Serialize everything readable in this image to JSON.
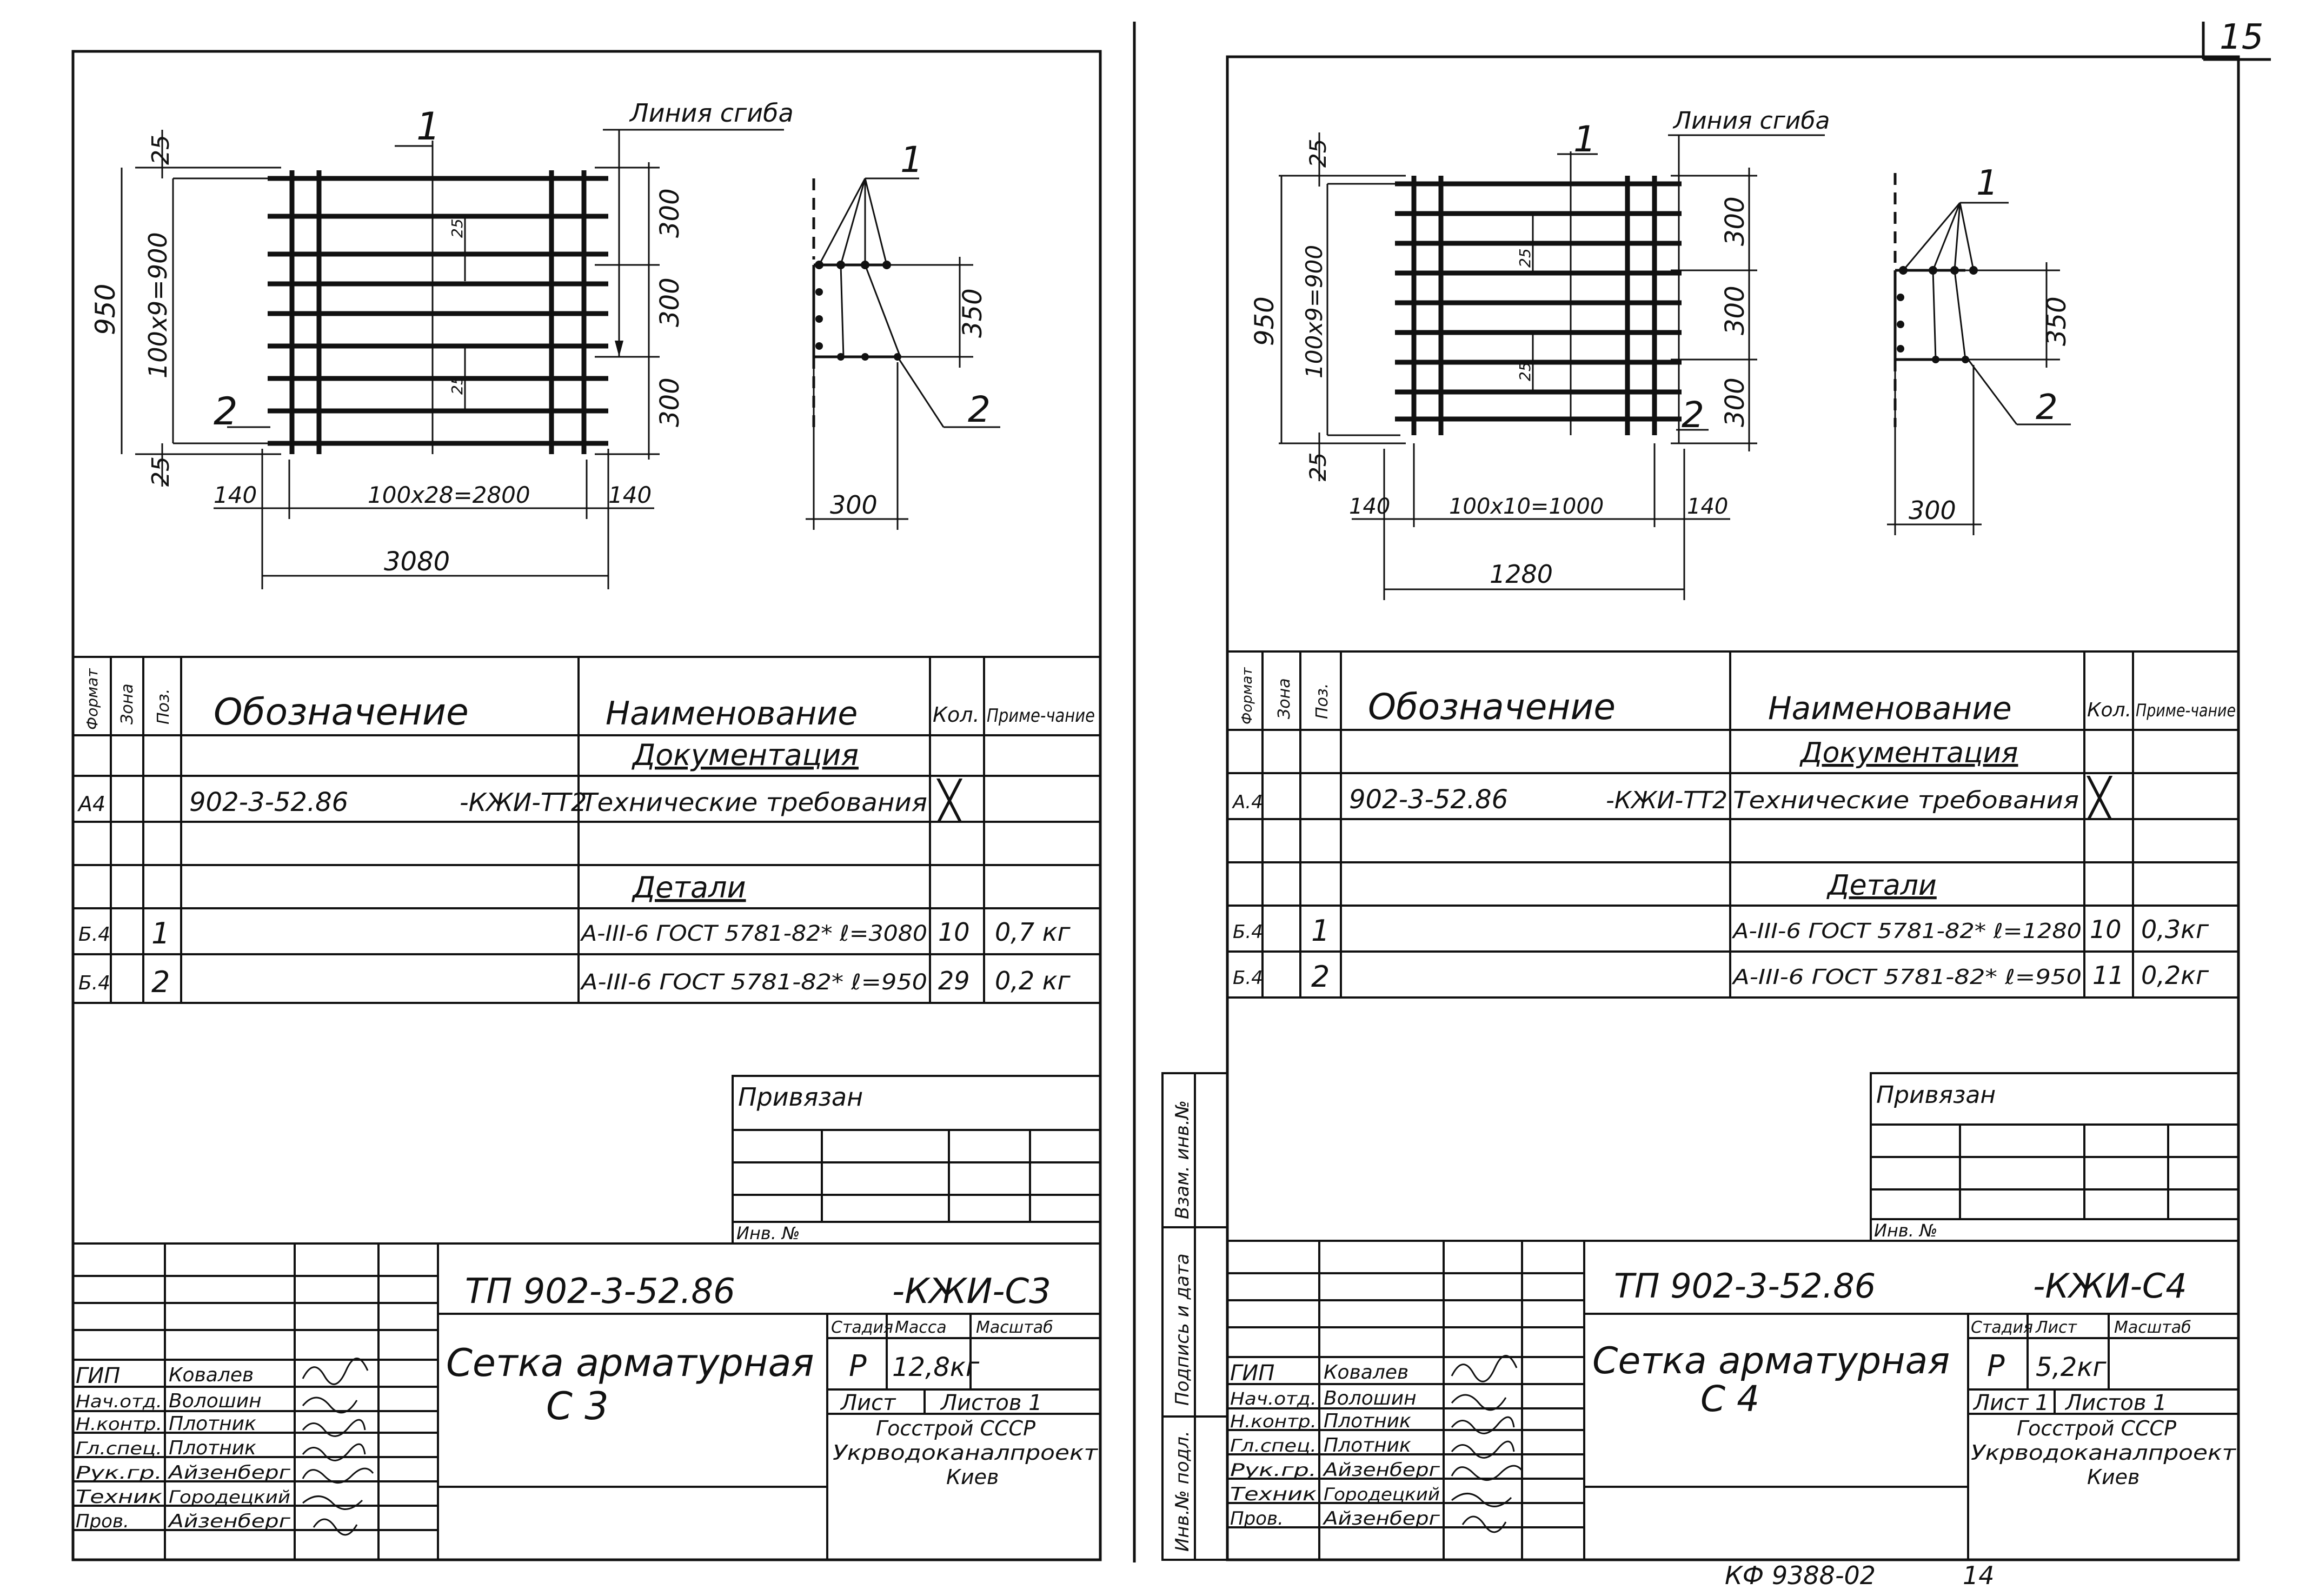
{
  "sheets": [
    {
      "drawing": {
        "bend_label": "Линия сгиба",
        "pos1": "1",
        "pos2": "2",
        "dim_top": "25",
        "dim_bottom": "25",
        "dim_total_h": "950",
        "dim_grid_h": "100x9=900",
        "dim_inner_top": "25",
        "dim_inner_bot": "25",
        "dim_seg1": "300",
        "dim_seg2": "300",
        "dim_seg3": "300",
        "dim_left": "140",
        "dim_grid_w": "100x28=2800",
        "dim_right": "140",
        "dim_total_w": "3080",
        "sec_h": "350",
        "sec_w": "300",
        "sec_pos1": "1",
        "sec_pos2": "2"
      },
      "spec": {
        "headers": {
          "format": "Формат",
          "zone": "Зона",
          "pos": "Поз.",
          "designation": "Обозначение",
          "name": "Наименование",
          "qty": "Кол.",
          "note": "Приме-чание"
        },
        "section_docs": "Документация",
        "doc_row": {
          "format": "А4",
          "designation": "902-3-52.86",
          "suffix": "-КЖИ-ТТ2",
          "name": "Технические требования",
          "qty": "╳"
        },
        "section_parts": "Детали",
        "rows": [
          {
            "format": "Б.4",
            "pos": "1",
            "name": "А-III-6 ГОСТ 5781-82* ℓ=3080",
            "qty": "10",
            "note": "0,7 кг"
          },
          {
            "format": "Б.4",
            "pos": "2",
            "name": "А-III-6 ГОСТ 5781-82* ℓ=950",
            "qty": "29",
            "note": "0,2 кг"
          }
        ]
      },
      "stamp": {
        "bound_label": "Привязан",
        "inv_label": "Инв. №",
        "code": "ТП 902-3-52.86",
        "code_suffix": "-КЖИ-С3",
        "title1": "Сетка арматурная",
        "title2": "С 3",
        "stage_label": "Стадия",
        "mass_label": "Масса",
        "scale_label": "Масштаб",
        "stage": "Р",
        "mass": "12,8кг",
        "sheet_label": "Лист",
        "sheets_label": "Листов 1",
        "org1": "Госстрой СССР",
        "org2": "Укрводоканалпроект",
        "org3": "Киев",
        "people": [
          {
            "role": "ГИП",
            "name": "Ковалев"
          },
          {
            "role": "Нач.отд.",
            "name": "Волошин"
          },
          {
            "role": "Н.контр.",
            "name": "Плотник"
          },
          {
            "role": "Гл.спец.",
            "name": "Плотник"
          },
          {
            "role": "Рук.гр.",
            "name": "Айзенберг"
          },
          {
            "role": "Техник",
            "name": "Городецкий"
          },
          {
            "role": "Пров.",
            "name": "Айзенберг"
          }
        ]
      }
    },
    {
      "drawing": {
        "bend_label": "Линия сгиба",
        "pos1": "1",
        "pos2": "2",
        "dim_top": "25",
        "dim_bottom": "25",
        "dim_total_h": "950",
        "dim_grid_h": "100x9=900",
        "dim_inner_top": "25",
        "dim_inner_bot": "25",
        "dim_seg1": "300",
        "dim_seg2": "300",
        "dim_seg3": "300",
        "dim_left": "140",
        "dim_grid_w": "100x10=1000",
        "dim_right": "140",
        "dim_total_w": "1280",
        "sec_h": "350",
        "sec_w": "300",
        "sec_pos1": "1",
        "sec_pos2": "2"
      },
      "spec": {
        "headers": {
          "format": "Формат",
          "zone": "Зона",
          "pos": "Поз.",
          "designation": "Обозначение",
          "name": "Наименование",
          "qty": "Кол.",
          "note": "Приме-чание"
        },
        "section_docs": "Документация",
        "doc_row": {
          "format": "А.4",
          "designation": "902-3-52.86",
          "suffix": "-КЖИ-ТТ2",
          "name": "Технические требования",
          "qty": "╳"
        },
        "section_parts": "Детали",
        "rows": [
          {
            "format": "Б.4",
            "pos": "1",
            "name": "А-III-6 ГОСТ 5781-82* ℓ=1280",
            "qty": "10",
            "note": "0,3кг"
          },
          {
            "format": "Б.4",
            "pos": "2",
            "name": "А-III-6 ГОСТ 5781-82* ℓ=950",
            "qty": "11",
            "note": "0,2кг"
          }
        ]
      },
      "stamp": {
        "bound_label": "Привязан",
        "inv_label": "Инв. №",
        "code": "ТП 902-3-52.86",
        "code_suffix": "-КЖИ-С4",
        "title1": "Сетка арматурная",
        "title2": "С 4",
        "stage_label": "Стадия",
        "mass_label": "Лист",
        "scale_label": "Масштаб",
        "stage": "Р",
        "mass": "5,2кг",
        "sheet_label": "Лист 1",
        "sheets_label": "Листов 1",
        "org1": "Госстрой СССР",
        "org2": "Укрводоканалпроект",
        "org3": "Киев",
        "people": [
          {
            "role": "ГИП",
            "name": "Ковалев"
          },
          {
            "role": "Нач.отд.",
            "name": "Волошин"
          },
          {
            "role": "Н.контр.",
            "name": "Плотник"
          },
          {
            "role": "Гл.спец.",
            "name": "Плотник"
          },
          {
            "role": "Рук.гр.",
            "name": "Айзенберг"
          },
          {
            "role": "Техник",
            "name": "Городецкий"
          },
          {
            "role": "Пров.",
            "name": "Айзенберг"
          }
        ]
      }
    }
  ],
  "side_strip": {
    "inv_podl": "Инв.№ подл.",
    "sign_date": "Подпись и дата",
    "vzam": "Взам. инв.№"
  },
  "footer": {
    "code": "КФ 9388-02",
    "num": "14"
  },
  "corner_page": "15"
}
